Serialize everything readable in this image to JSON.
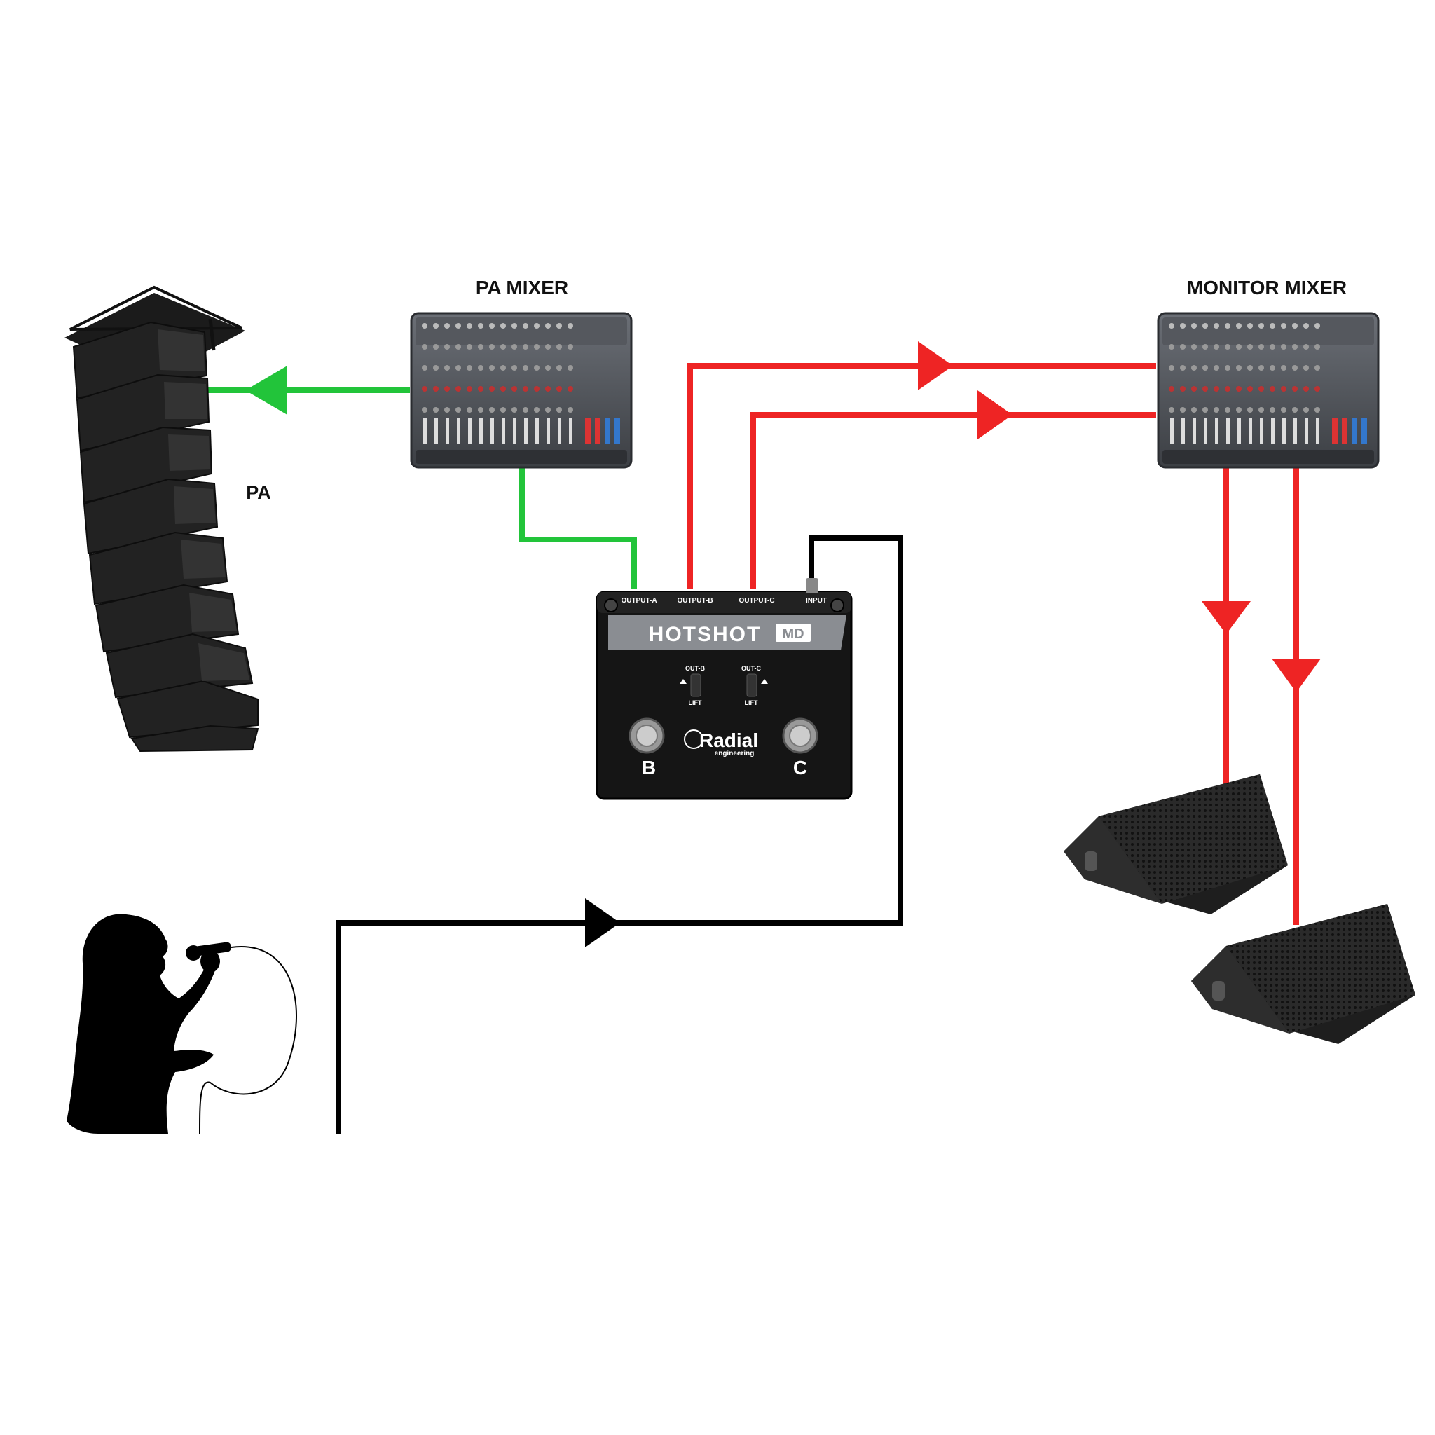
{
  "labels": {
    "pa_mixer": "PA MIXER",
    "monitor_mixer": "MONITOR MIXER",
    "pa": "PA"
  },
  "pedal": {
    "brand_name": "HOTSHOT",
    "model_badge": "MD",
    "maker_logo": "Radial",
    "maker_sub": "engineering",
    "port_a": "OUTPUT-A",
    "port_b": "OUTPUT-B",
    "port_c": "OUTPUT-C",
    "port_in": "INPUT",
    "switch_b": "OUT-B",
    "switch_c": "OUT-C",
    "lift_b": "LIFT",
    "lift_c": "LIFT",
    "foot_b": "B",
    "foot_c": "C"
  },
  "colors": {
    "pa_signal": "#22c43a",
    "monitor_signal": "#ee2424",
    "input_signal": "#000000"
  },
  "icons": {
    "pa": "line-array-speaker-icon",
    "mixer": "mixing-console-icon",
    "pedal": "footswitch-pedal-icon",
    "monitor": "wedge-monitor-icon",
    "singer": "singer-silhouette-icon"
  }
}
